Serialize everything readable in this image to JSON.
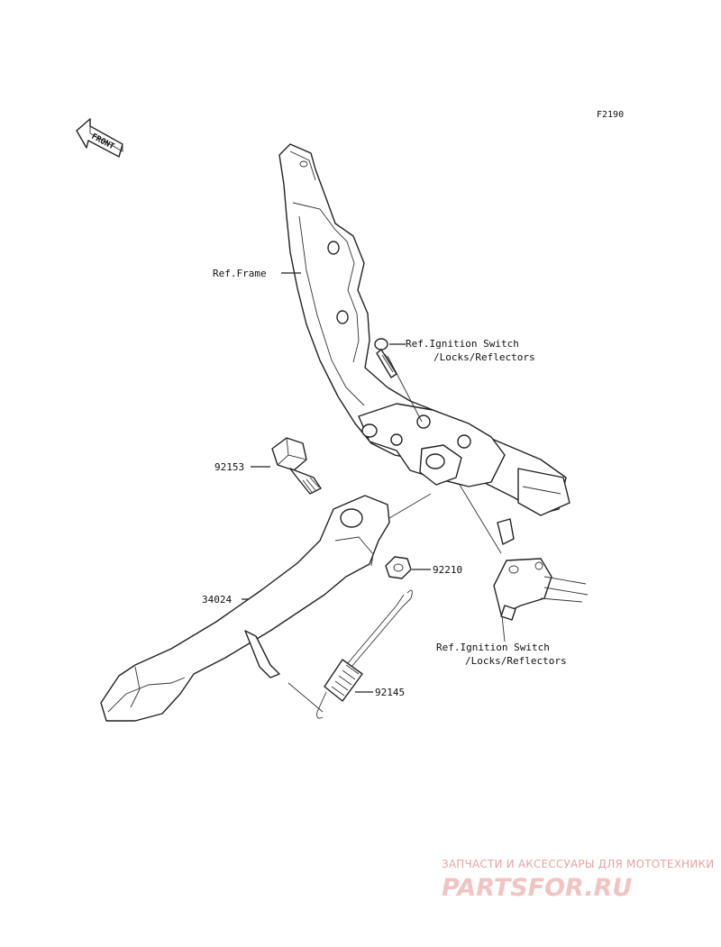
{
  "diagram_code": "F2190",
  "front_marker": "FRONT",
  "labels": {
    "frame": "Ref.Frame",
    "ignition_top_1": "Ref.Ignition Switch",
    "ignition_top_2": "/Locks/Reflectors",
    "ignition_bottom_1": "Ref.Ignition Switch",
    "ignition_bottom_2": "/Locks/Reflectors"
  },
  "parts": {
    "bolt": "92153",
    "nut": "92210",
    "stand": "34024",
    "spring": "92145"
  },
  "watermark": {
    "line1": "ЗАПЧАСТИ И АКСЕССУАРЫ ДЛЯ МОТОТЕХНИКИ",
    "line2": "PARTSFOR.RU"
  }
}
